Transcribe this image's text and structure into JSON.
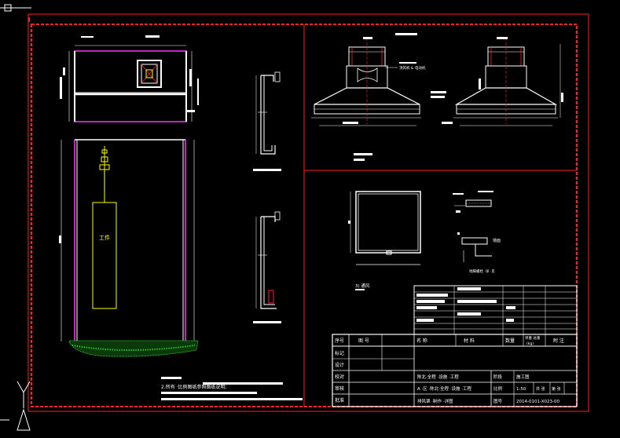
{
  "elevation": {
    "room_label": "工件"
  },
  "hood": {
    "callout": "顶风机 & 电动机"
  },
  "detail": {
    "label_a": "墙面",
    "label_b": "地脚螺栓 ·详 ·见",
    "note": "3) 通风"
  },
  "notes": {
    "line_2": "2.所有 ·比例图纸参照图纸说明;"
  },
  "title_block": {
    "header": [
      "序号",
      "图  号",
      "名    称",
      "材  料",
      "数量",
      "单重 总重",
      "附  注"
    ],
    "weight_unit": "(kg)",
    "left_labels": [
      "标记",
      "设计",
      "校对",
      "审核",
      "批准"
    ],
    "project_line_1": "陈北·全程 ·设施 ·工程",
    "project_line_2": "A ·区 ·陈北·全程 ·设施 ·工程",
    "drawing_title": "排风罩 ·制作 ·详图",
    "scale_label": "比例",
    "scale_value": "1:50",
    "sheet_label": "共  张",
    "sheet_value": "第 张",
    "drawing_no_label": "图号",
    "drawing_no": "2014-0101-X023-00",
    "stage_label": "阶段",
    "stage_value": "施工图"
  }
}
